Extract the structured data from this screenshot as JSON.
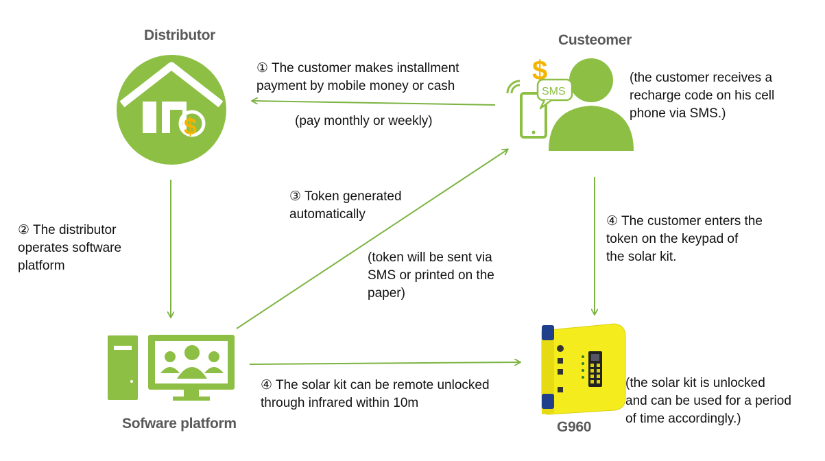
{
  "colors": {
    "green": "#8dbf44",
    "arrow": "#7cb342",
    "gold": "#f4b400",
    "device_yellow": "#f5ec1e",
    "device_blue": "#1f3f8c",
    "title_gray": "#595959"
  },
  "nodes": {
    "distributor": {
      "label": "Distributor",
      "icon": "house-dollar-icon"
    },
    "customer": {
      "label": "Custeomer",
      "icon": "person-phone-sms-icon",
      "sms_badge": "SMS"
    },
    "software": {
      "label": "Sofware platform",
      "icon": "computer-monitor-people-icon"
    },
    "device": {
      "label": "G960",
      "icon": "solar-kit-device-icon"
    }
  },
  "annotations": {
    "step1": "①  The customer makes installment\npayment by mobile money or cash",
    "step1_note": "(pay monthly or weekly)",
    "customer_note": "(the customer receives a\nrecharge code on his cell\nphone via SMS.)",
    "step2": "② The distributor\noperates software\nplatform",
    "step3": "③ Token generated\nautomatically",
    "step3_note": " (token will be sent via\nSMS or printed on the\npaper)",
    "step4_customer": "④ The customer enters the\ntoken on the keypad of\nthe solar kit.",
    "step4_remote": "④ The solar kit can be remote unlocked\nthrough infrared within 10m",
    "device_note": "(the solar kit is unlocked\nand can be used for a period\nof time accordingly.)"
  },
  "edges": [
    {
      "from": "customer",
      "to": "distributor"
    },
    {
      "from": "distributor",
      "to": "software"
    },
    {
      "from": "software",
      "to": "customer"
    },
    {
      "from": "customer",
      "to": "device"
    },
    {
      "from": "software",
      "to": "device"
    }
  ]
}
